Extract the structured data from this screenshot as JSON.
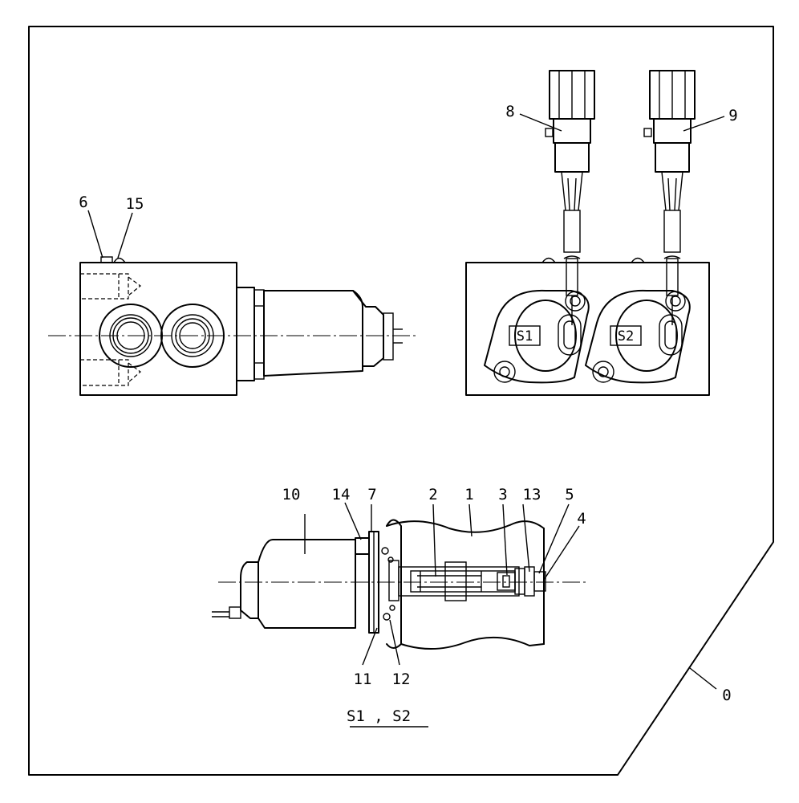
{
  "callouts": {
    "c0": "0",
    "c1": "1",
    "c2": "2",
    "c3": "3",
    "c4": "4",
    "c5": "5",
    "c6": "6",
    "c7": "7",
    "c8": "8",
    "c9": "9",
    "c10": "10",
    "c11": "11",
    "c12": "12",
    "c13": "13",
    "c14": "14",
    "c15": "15"
  },
  "solenoids": {
    "s1": "S1",
    "s2": "S2"
  },
  "caption": "S1 , S2"
}
